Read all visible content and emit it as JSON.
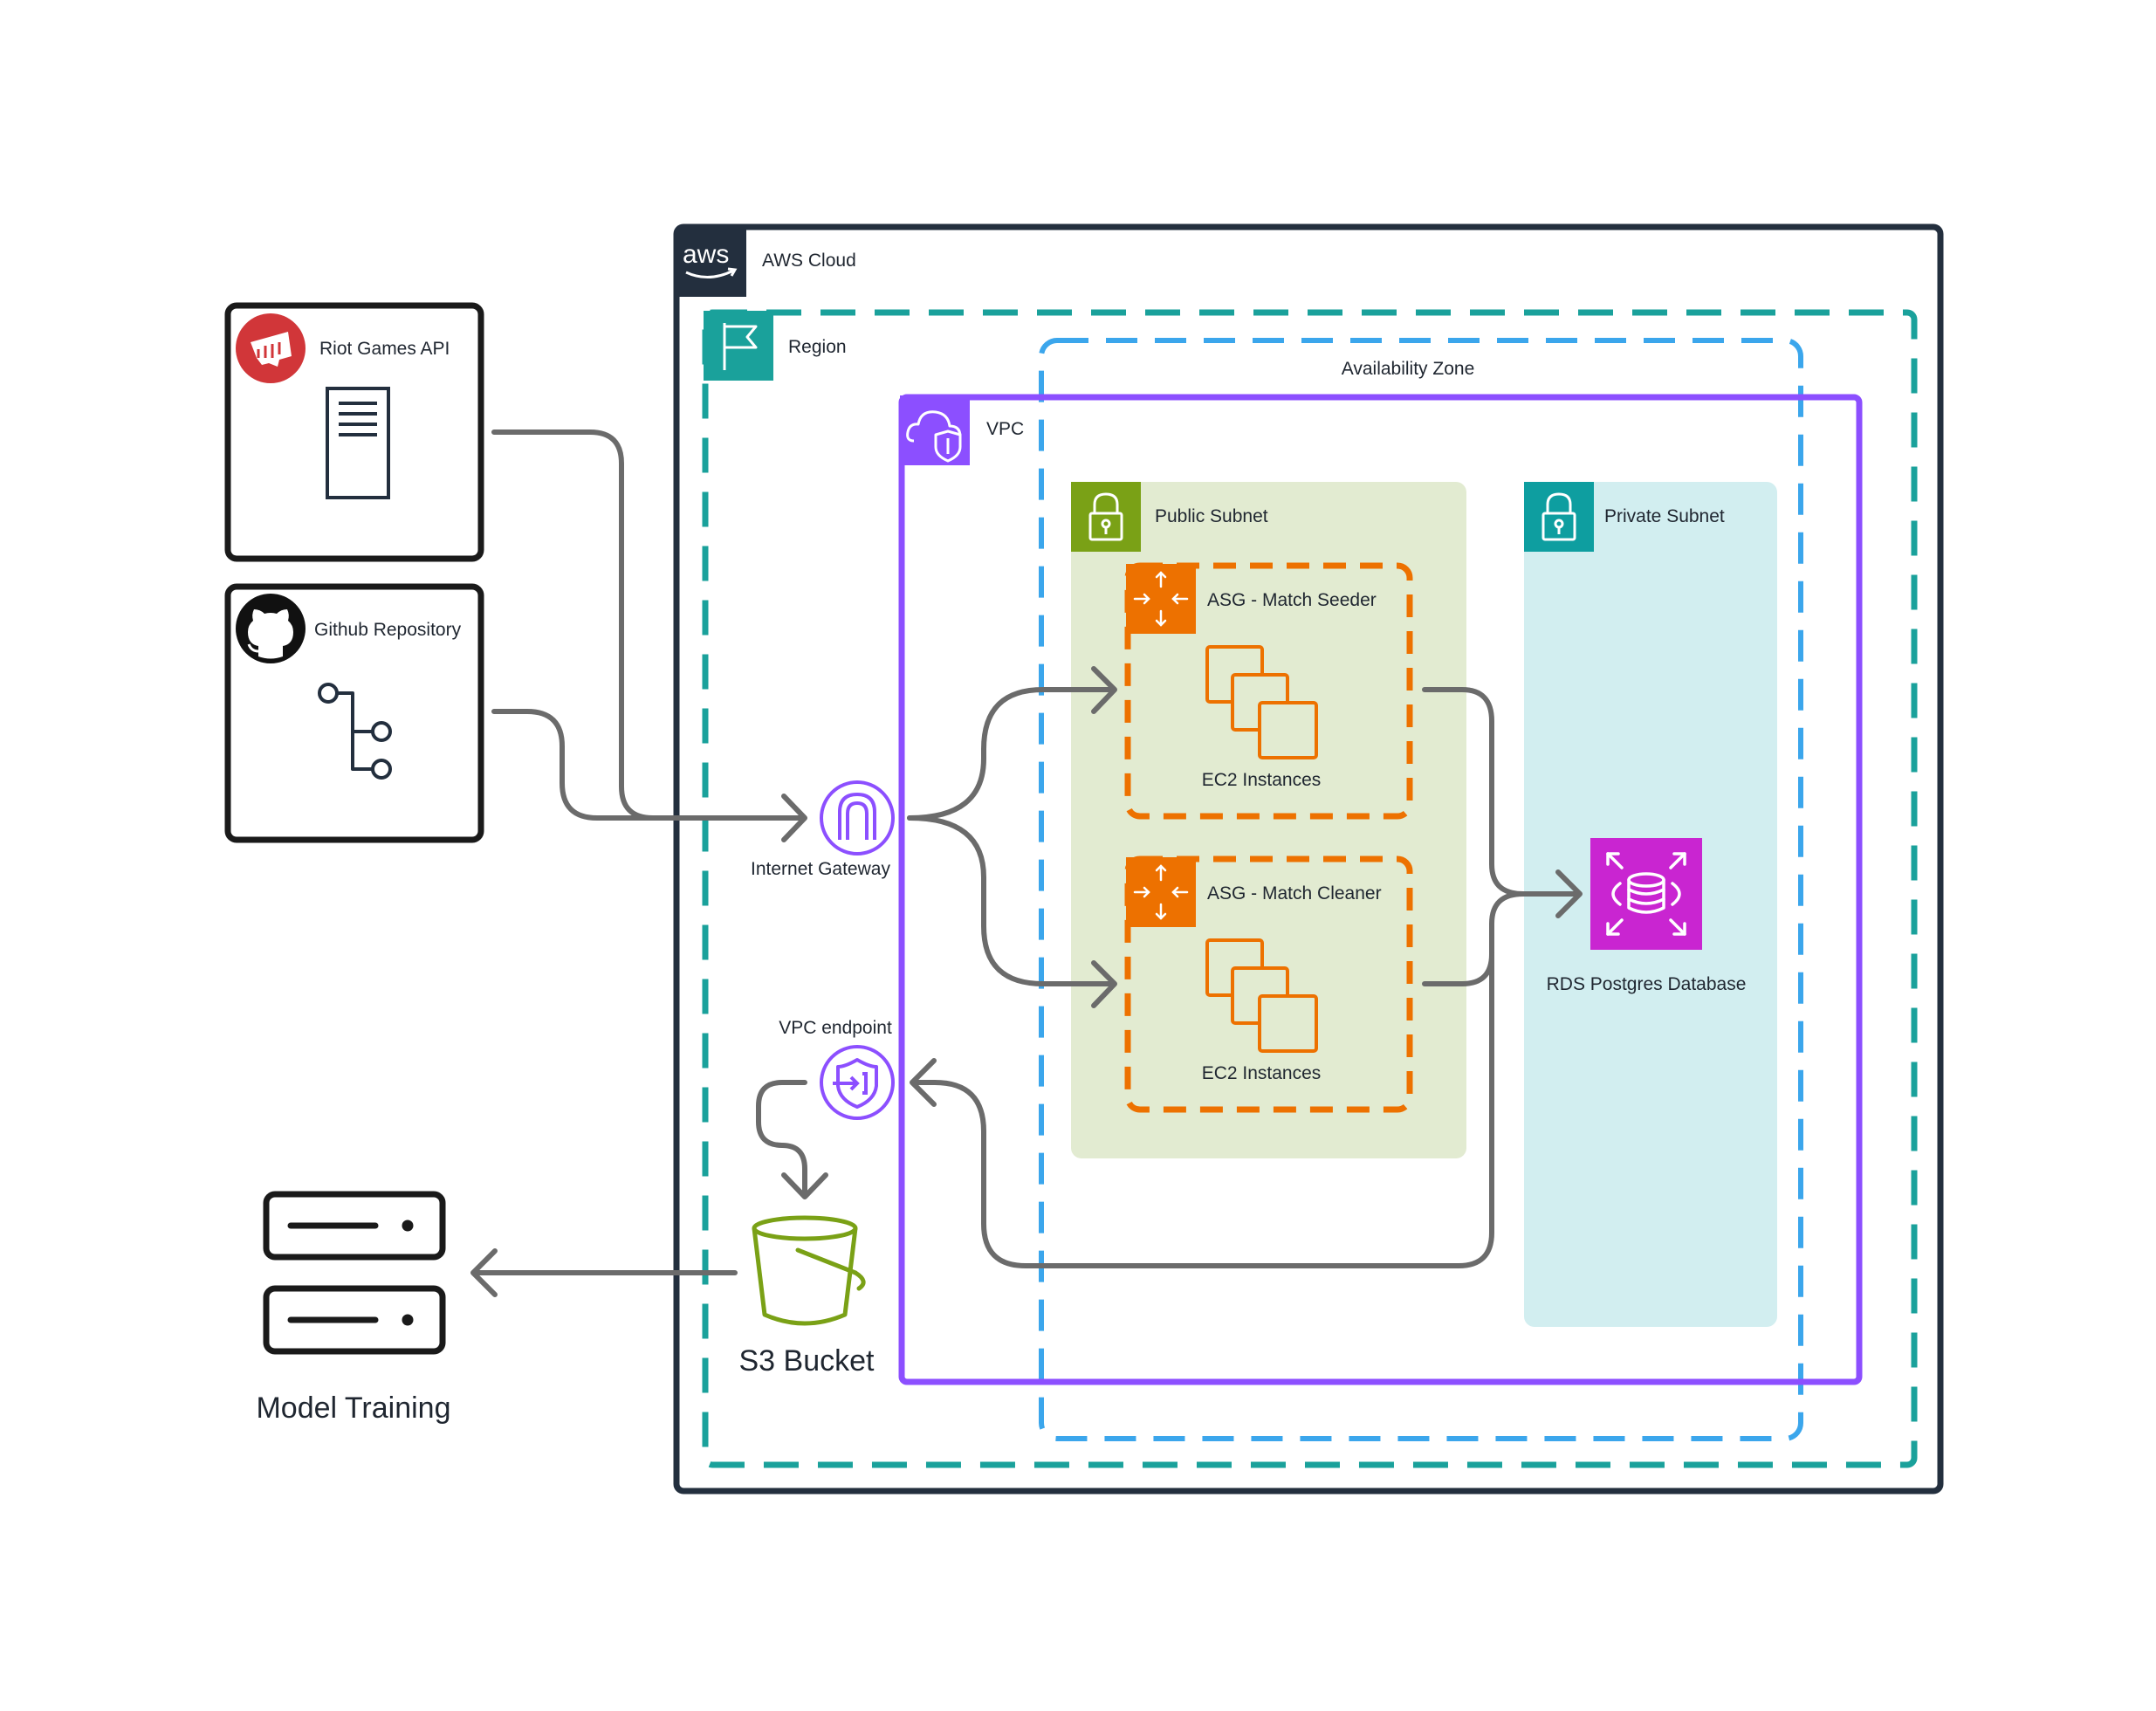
{
  "external": {
    "riot_games_api": "Riot Games API",
    "github_repository": "Github Repository",
    "model_training": "Model Training"
  },
  "aws": {
    "cloud": "AWS Cloud",
    "logo_text": "aws",
    "region": "Region",
    "availability_zone": "Availability Zone",
    "vpc": "VPC",
    "public_subnet": "Public Subnet",
    "private_subnet": "Private Subnet",
    "internet_gateway": "Internet Gateway",
    "vpc_endpoint": "VPC endpoint",
    "s3_bucket": "S3 Bucket",
    "asg_seeder": "ASG - Match Seeder",
    "asg_cleaner": "ASG - Match Cleaner",
    "ec2_seeder": "EC2 Instances",
    "ec2_cleaner": "EC2 Instances",
    "rds": "RDS Postgres Database"
  },
  "colors": {
    "aws_dark": "#232f3e",
    "region_teal": "#1aa19b",
    "az_blue": "#3ba6ec",
    "vpc_purple": "#8c4fff",
    "public_subnet_green": "#7aa116",
    "public_subnet_fill": "#e2ebd1",
    "private_subnet_teal": "#0e9ea0",
    "private_subnet_fill": "#d2eef0",
    "asg_orange": "#ed7100",
    "rds_magenta": "#c925d1",
    "s3_green": "#7aa116",
    "riot_red": "#d13639",
    "connector_gray": "#6b6b6b"
  }
}
